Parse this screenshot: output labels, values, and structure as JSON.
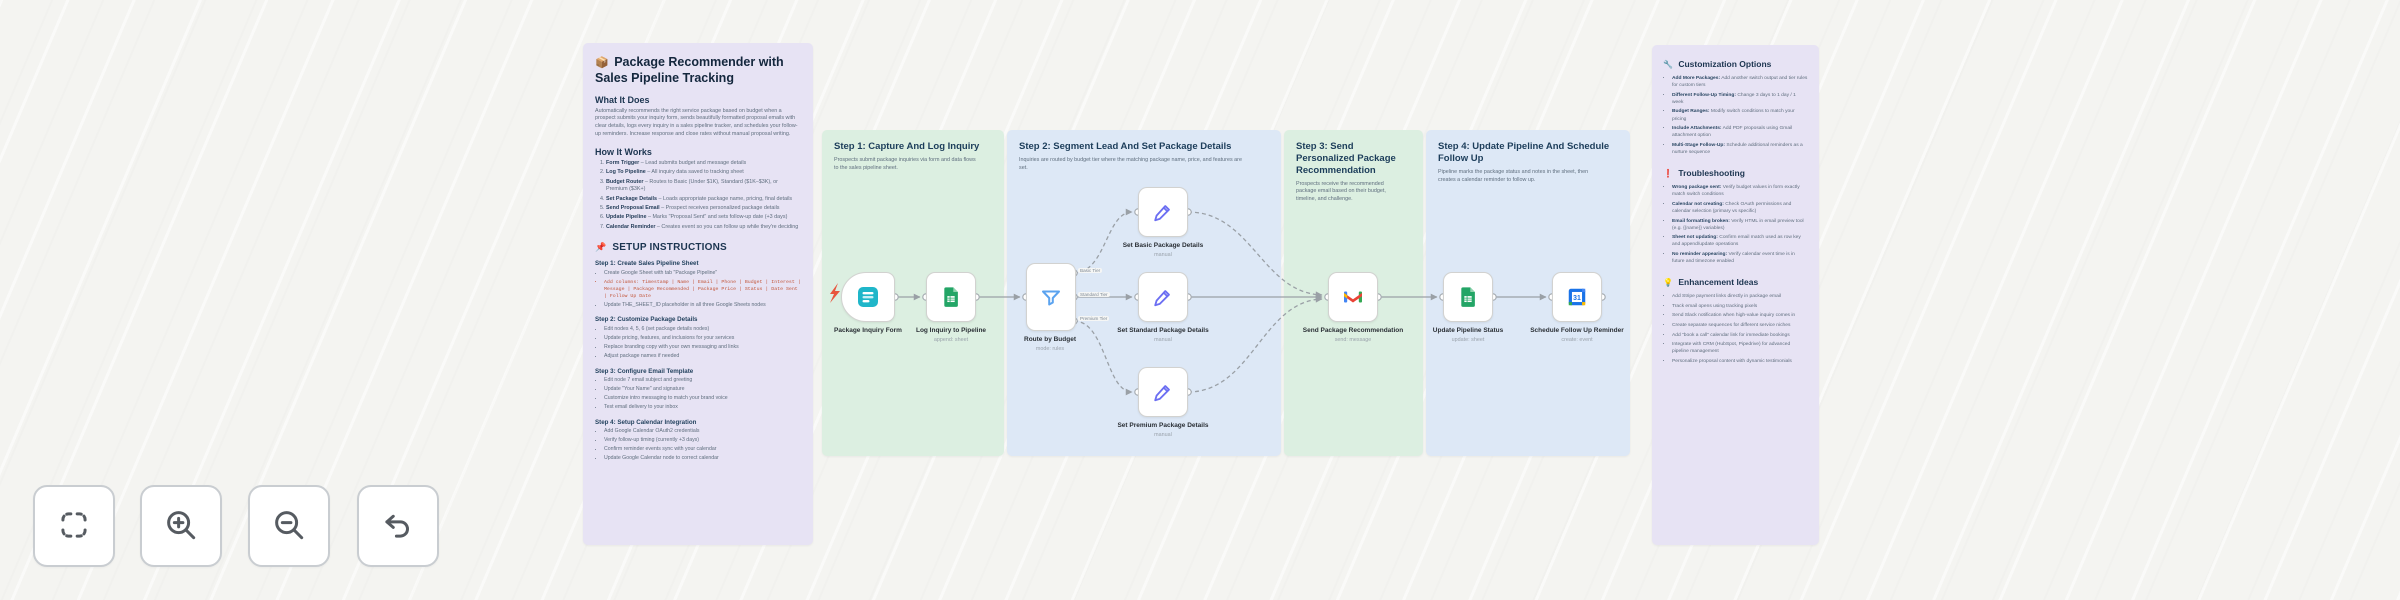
{
  "notes": {
    "main": {
      "title_emoji": "📦",
      "title": "Package Recommender with Sales Pipeline Tracking",
      "what_heading": "What It Does",
      "what_text": "Automatically recommends the right service package based on budget when a prospect submits your inquiry form, sends beautifully formatted proposal emails with clear details, logs every inquiry in a sales pipeline tracker, and schedules your follow-up reminders. Increase response and close rates without manual proposal writing.",
      "how_heading": "How It Works",
      "how_items": [
        {
          "b": "Form Trigger",
          "t": " – Lead submits budget and message details"
        },
        {
          "b": "Log To Pipeline",
          "t": " – All inquiry data saved to tracking sheet"
        },
        {
          "b": "Budget Router",
          "t": " – Routes to Basic (Under $1K), Standard ($1K–$3K), or Premium ($3K+)"
        },
        {
          "b": "Set Package Details",
          "t": " – Loads appropriate package name, pricing, final details"
        },
        {
          "b": "Send Proposal Email",
          "t": " – Prospect receives personalized package details"
        },
        {
          "b": "Update Pipeline",
          "t": " – Marks \"Proposal Sent\" and sets follow-up date (+3 days)"
        },
        {
          "b": "Calendar Reminder",
          "t": " – Creates event so you can follow up while they're deciding"
        }
      ],
      "setup_icon": "📌",
      "setup_heading": "SETUP INSTRUCTIONS",
      "setup_steps": [
        {
          "title": "Step 1: Create Sales Pipeline Sheet",
          "items": [
            {
              "t": "Create Google Sheet with tab \"Package Pipeline\""
            },
            {
              "t": "Add columns: Timestamp | Name | Email | Phone | Budget | Interest | Message | Package Recommended | Package Price | Status | Date Sent | Follow Up Date",
              "cls": "code"
            },
            {
              "t": "Update THE_SHEET_ID placeholder in all three Google Sheets nodes"
            }
          ]
        },
        {
          "title": "Step 2: Customize Package Details",
          "items": [
            {
              "t": "Edit nodes 4, 5, 6 (set package details nodes)"
            },
            {
              "t": "Update pricing, features, and inclusions for your services"
            },
            {
              "t": "Replace branding copy with your own messaging and links"
            },
            {
              "t": "Adjust package names if needed"
            }
          ]
        },
        {
          "title": "Step 3: Configure Email Template",
          "items": [
            {
              "t": "Edit node 7 email subject and greeting"
            },
            {
              "t": "Update \"Your Name\" and signature"
            },
            {
              "t": "Customize intro messaging to match your brand voice"
            },
            {
              "t": "Test email delivery to your inbox"
            }
          ]
        },
        {
          "title": "Step 4: Setup Calendar Integration",
          "items": [
            {
              "t": "Add Google Calendar OAuth2 credentials"
            },
            {
              "t": "Verify follow-up timing (currently +3 days)"
            },
            {
              "t": "Confirm reminder events sync with your calendar"
            },
            {
              "t": "Update Google Calendar node to correct calendar"
            }
          ]
        }
      ]
    },
    "steps": [
      {
        "title": "Step 1: Capture And Log Inquiry",
        "desc": "Prospects submit package inquiries via form and data flows to the sales pipeline sheet."
      },
      {
        "title": "Step 2: Segment Lead And Set Package Details",
        "desc": "Inquiries are routed by budget tier where the matching package name, price, and features are set."
      },
      {
        "title": "Step 3: Send Personalized Package Recommendation",
        "desc": "Prospects receive the recommended package email based on their budget, timeline, and challenge."
      },
      {
        "title": "Step 4: Update Pipeline And Schedule Follow Up",
        "desc": "Pipeline marks the package status and notes in the sheet, then creates a calendar reminder to follow up."
      }
    ],
    "reference": {
      "custom_icon": "🔧",
      "custom_heading": "Customization Options",
      "custom_items": [
        {
          "b": "Add More Packages:",
          "t": " Add another switch output and tier rules for custom tiers"
        },
        {
          "b": "Different Follow-Up Timing:",
          "t": " Change 3 days to 1 day / 1 week"
        },
        {
          "b": "Budget Ranges:",
          "t": " Modify switch conditions to match your pricing"
        },
        {
          "b": "Include Attachments:",
          "t": " Add PDF proposals using Gmail attachment option"
        },
        {
          "b": "Multi-Stage Follow-Up:",
          "t": " Schedule additional reminders as a nurture sequence"
        }
      ],
      "trouble_icon": "❗",
      "trouble_heading": "Troubleshooting",
      "trouble_items": [
        {
          "b": "Wrong package sent:",
          "t": " Verify budget values in form exactly match switch conditions"
        },
        {
          "b": "Calendar not creating:",
          "t": " Check OAuth permissions and calendar selection (primary vs specific)"
        },
        {
          "b": "Email formatting broken:",
          "t": " Verify HTML in email preview tool (e.g. {{name}} variables)"
        },
        {
          "b": "Sheet not updating:",
          "t": " Confirm email match used as row key and append/update operations"
        },
        {
          "b": "No reminder appearing:",
          "t": " Verify calendar event time is in future and timezone enabled"
        }
      ],
      "ideas_icon": "💡",
      "ideas_heading": "Enhancement Ideas",
      "ideas_items": [
        {
          "t": "Add Stripe payment links directly in package email"
        },
        {
          "t": "Track email opens using tracking pixels"
        },
        {
          "t": "Send Slack notification when high-value inquiry comes in"
        },
        {
          "t": "Create separate sequences for different service niches"
        },
        {
          "t": "Add \"book a call\" calendar link for immediate bookings"
        },
        {
          "t": "Integrate with CRM (HubSpot, Pipedrive) for advanced pipeline management"
        },
        {
          "t": "Personalize proposal content with dynamic testimonials"
        }
      ]
    }
  },
  "workflow": {
    "nodes": [
      {
        "label": "Package Inquiry Form",
        "sub": ""
      },
      {
        "label": "Log Inquiry to Pipeline",
        "sub": "append: sheet"
      },
      {
        "label": "Route by Budget",
        "sub": "mode: rules"
      },
      {
        "label": "Set Basic Package Details",
        "sub": "manual"
      },
      {
        "label": "Set Standard Package Details",
        "sub": "manual"
      },
      {
        "label": "Set Premium Package Details",
        "sub": "manual"
      },
      {
        "label": "Send Package Recommendation",
        "sub": "send: message"
      },
      {
        "label": "Update Pipeline Status",
        "sub": "update: sheet"
      },
      {
        "label": "Schedule Follow Up Reminder",
        "sub": "create: event"
      }
    ],
    "switch_outputs": [
      "Basic Tier",
      "Standard Tier",
      "Premium Tier"
    ]
  },
  "controls": {
    "fit_view": "Fit view",
    "zoom_in": "Zoom in",
    "zoom_out": "Zoom out",
    "undo": "Undo"
  },
  "colors": {
    "canvas_bg": "#f4f4f1",
    "note_lavender": "#e7e3f4",
    "note_green": "#dcefe1",
    "note_blue": "#dde8f6",
    "heading": "#1c3550",
    "body_text": "#5f6e7e",
    "connector": "#9aa0a6",
    "trigger_marker": "#e8553e"
  }
}
